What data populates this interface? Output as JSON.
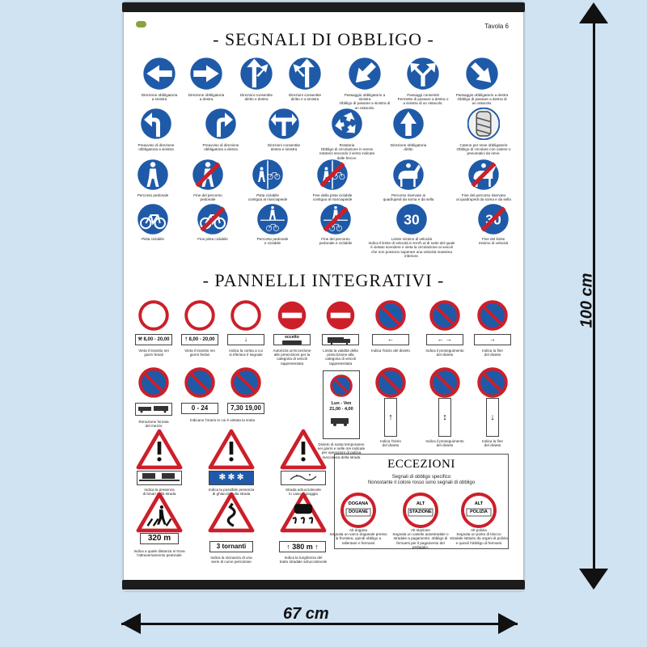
{
  "poster": {
    "tavola": "Tavola 6",
    "title_obbligo": "- SEGNALI DI OBBLIGO -",
    "title_pannelli": "- PANNELLI INTEGRATIVI -"
  },
  "obbligo_row1": [
    {
      "label": "Direzione obbligatoria\na sinistra"
    },
    {
      "label": "Direzione obbligatoria\na destra"
    },
    {
      "label": "Direzioni consentite\ndiritto e destra"
    },
    {
      "label": "Direzioni consentite\ndiritto e a sinistra"
    },
    {
      "label": "Passaggio obbligatorio a sinistra\nObbligo di passare a sinistra di un ostacolo."
    },
    {
      "label": "Passaggi consentiti\nPermette di passare a destra o a sinistra di un ostacolo."
    },
    {
      "label": "Passaggio obbligatorio a destra\nObbligo di passare a destra di un ostacolo."
    }
  ],
  "obbligo_row2": [
    {
      "label": "Preavviso di direzione\nobbligatoria a sinistra"
    },
    {
      "label": "Preavviso di direzione\nobbligatoria a destra"
    },
    {
      "label": "Direzioni consentite\ndestra e sinistra"
    },
    {
      "label": "Rotatoria\nObbligo di circolazione in senso rotatorio secondo il verso indicato dalle frecce."
    },
    {
      "label": "Direzione obbligatoria\ndiritto"
    },
    {
      "label": "Catene per neve obbligatorie\nObbligo di circolare con catene o pneumatici da neve."
    }
  ],
  "obbligo_row3": [
    {
      "label": "Percorso pedonale"
    },
    {
      "label": "Fine del percorso\npedonale"
    },
    {
      "label": "Pista ciclabile\ncontigua al marciapiede"
    },
    {
      "label": "Fine della pista ciclabile\ncontigua al marciapiede"
    },
    {
      "label": "Percorso riservato ai\nquadrupedi da soma e da sella"
    },
    {
      "label": "Fine del percorso riservato\nai quadrupedi da soma e da sella"
    }
  ],
  "obbligo_row4": [
    {
      "label": "Pista ciclabile"
    },
    {
      "label": "Fine pista ciclabile"
    },
    {
      "label": "Percorso pedonale\ne ciclabile"
    },
    {
      "label": "Fine del percorso\npedonale e ciclabile"
    },
    {
      "label": "Limite minimo di velocità\nIndica il limite di velocità in Km/h al di sotto del quale è vietato scendere e vieta la circolazione ai veicoli che non possono superare una velocità massima inferiore.",
      "speed": "30"
    },
    {
      "label": "Fine del limite\nminimo di velocità",
      "speed": "30"
    }
  ],
  "pannelli_row1": [
    {
      "panel": "⚒ 8,00 - 20,00",
      "label": "Vieta il transito nei\ngiorni feriali"
    },
    {
      "panel": "† 8,00 - 20,00",
      "label": "Vieta il transito nei\ngiorni festivi"
    },
    {
      "panel": "↓",
      "label": "Indica la corsia a cui\nsi riferisce il segnale"
    },
    {
      "panel": "eccetto",
      "label": "Autorizza un'eccezione\nalle prescrizioni per la\ncategoria di veicoli\nrappresentata"
    },
    {
      "panel": "",
      "label": "Limita la validità della\nprescrizione alla\ncategoria di veicoli\nrappresentata"
    },
    {
      "panel": "←",
      "label": "Indica l'inizio del divieto"
    },
    {
      "panel": "← →",
      "label": "Indica il proseguimento\ndel divieto"
    },
    {
      "panel": "→",
      "label": "Indica la fine\ndel divieto"
    }
  ],
  "pannelli_row2": [
    {
      "panel": "",
      "label": "Rimozione forzata\ndel mezzo"
    },
    {
      "panel": "0 - 24",
      "label": "Indicano l'orario in cui è vietata la sosta"
    },
    {
      "panel": "7,30  19,00",
      "label": ""
    },
    {
      "panel": "Lun - Ven\n21,00 - 4,00",
      "label": "Divieto di sosta temporaneo\nnei giorni e nelle ore indicate\nper operazioni di pulizia\nmeccanica della strada"
    },
    {
      "panel": "↑",
      "label": "Indica l'inizio\ndel divieto"
    },
    {
      "panel": "↕",
      "label": "Indica il proseguimento\ndel divieto"
    },
    {
      "panel": "↓",
      "label": "Indica la fine\ndel divieto"
    }
  ],
  "pannelli_row3": [
    {
      "label": "Indica la presenza\ndi binari sulla strada"
    },
    {
      "label": "Indica la possibile presenza\ndi ghiaccio sulla strada"
    },
    {
      "label": "Strada sdrucciolevole\nin caso di pioggia"
    }
  ],
  "pannelli_row4": [
    {
      "panel": "320 m",
      "label": "Indica a quale distanza si trova\nl'attraversamento pedonale"
    },
    {
      "panel": "3 tornanti",
      "label": "Indica la vicinanza di una\nserie di curve pericolose"
    },
    {
      "panel": "↑ 380 m ↑",
      "label": "Indica la lunghezza del\ntratto stradale sdrucciolevole"
    }
  ],
  "eccezioni": {
    "title": "ECCEZIONI",
    "subtitle": "Segnali di obbligo specifico\nNonostante il colore rosso sono segnali di obbligo",
    "items": [
      {
        "top": "DOGANA",
        "bottom": "DOUANE",
        "label": "Alt dogana\nSegnala un varco doganale presso la frontiera, quindi obbligo a rallentare e fermarsi"
      },
      {
        "top": "ALT",
        "bottom": "STAZIONE",
        "label": "Alt stazione\nSegnala un casello autostradale o stradale a pagamento: obbligo di fermarsi per il pagamento del pedaggio."
      },
      {
        "top": "ALT",
        "bottom": "POLIZIA",
        "label": "Alt polizia\nSegnala un posto di blocco stradale istituito da organi di polizia e quindi l'obbligo di fermarsi"
      }
    ]
  },
  "dimensions": {
    "width": "67 cm",
    "height": "100 cm"
  }
}
